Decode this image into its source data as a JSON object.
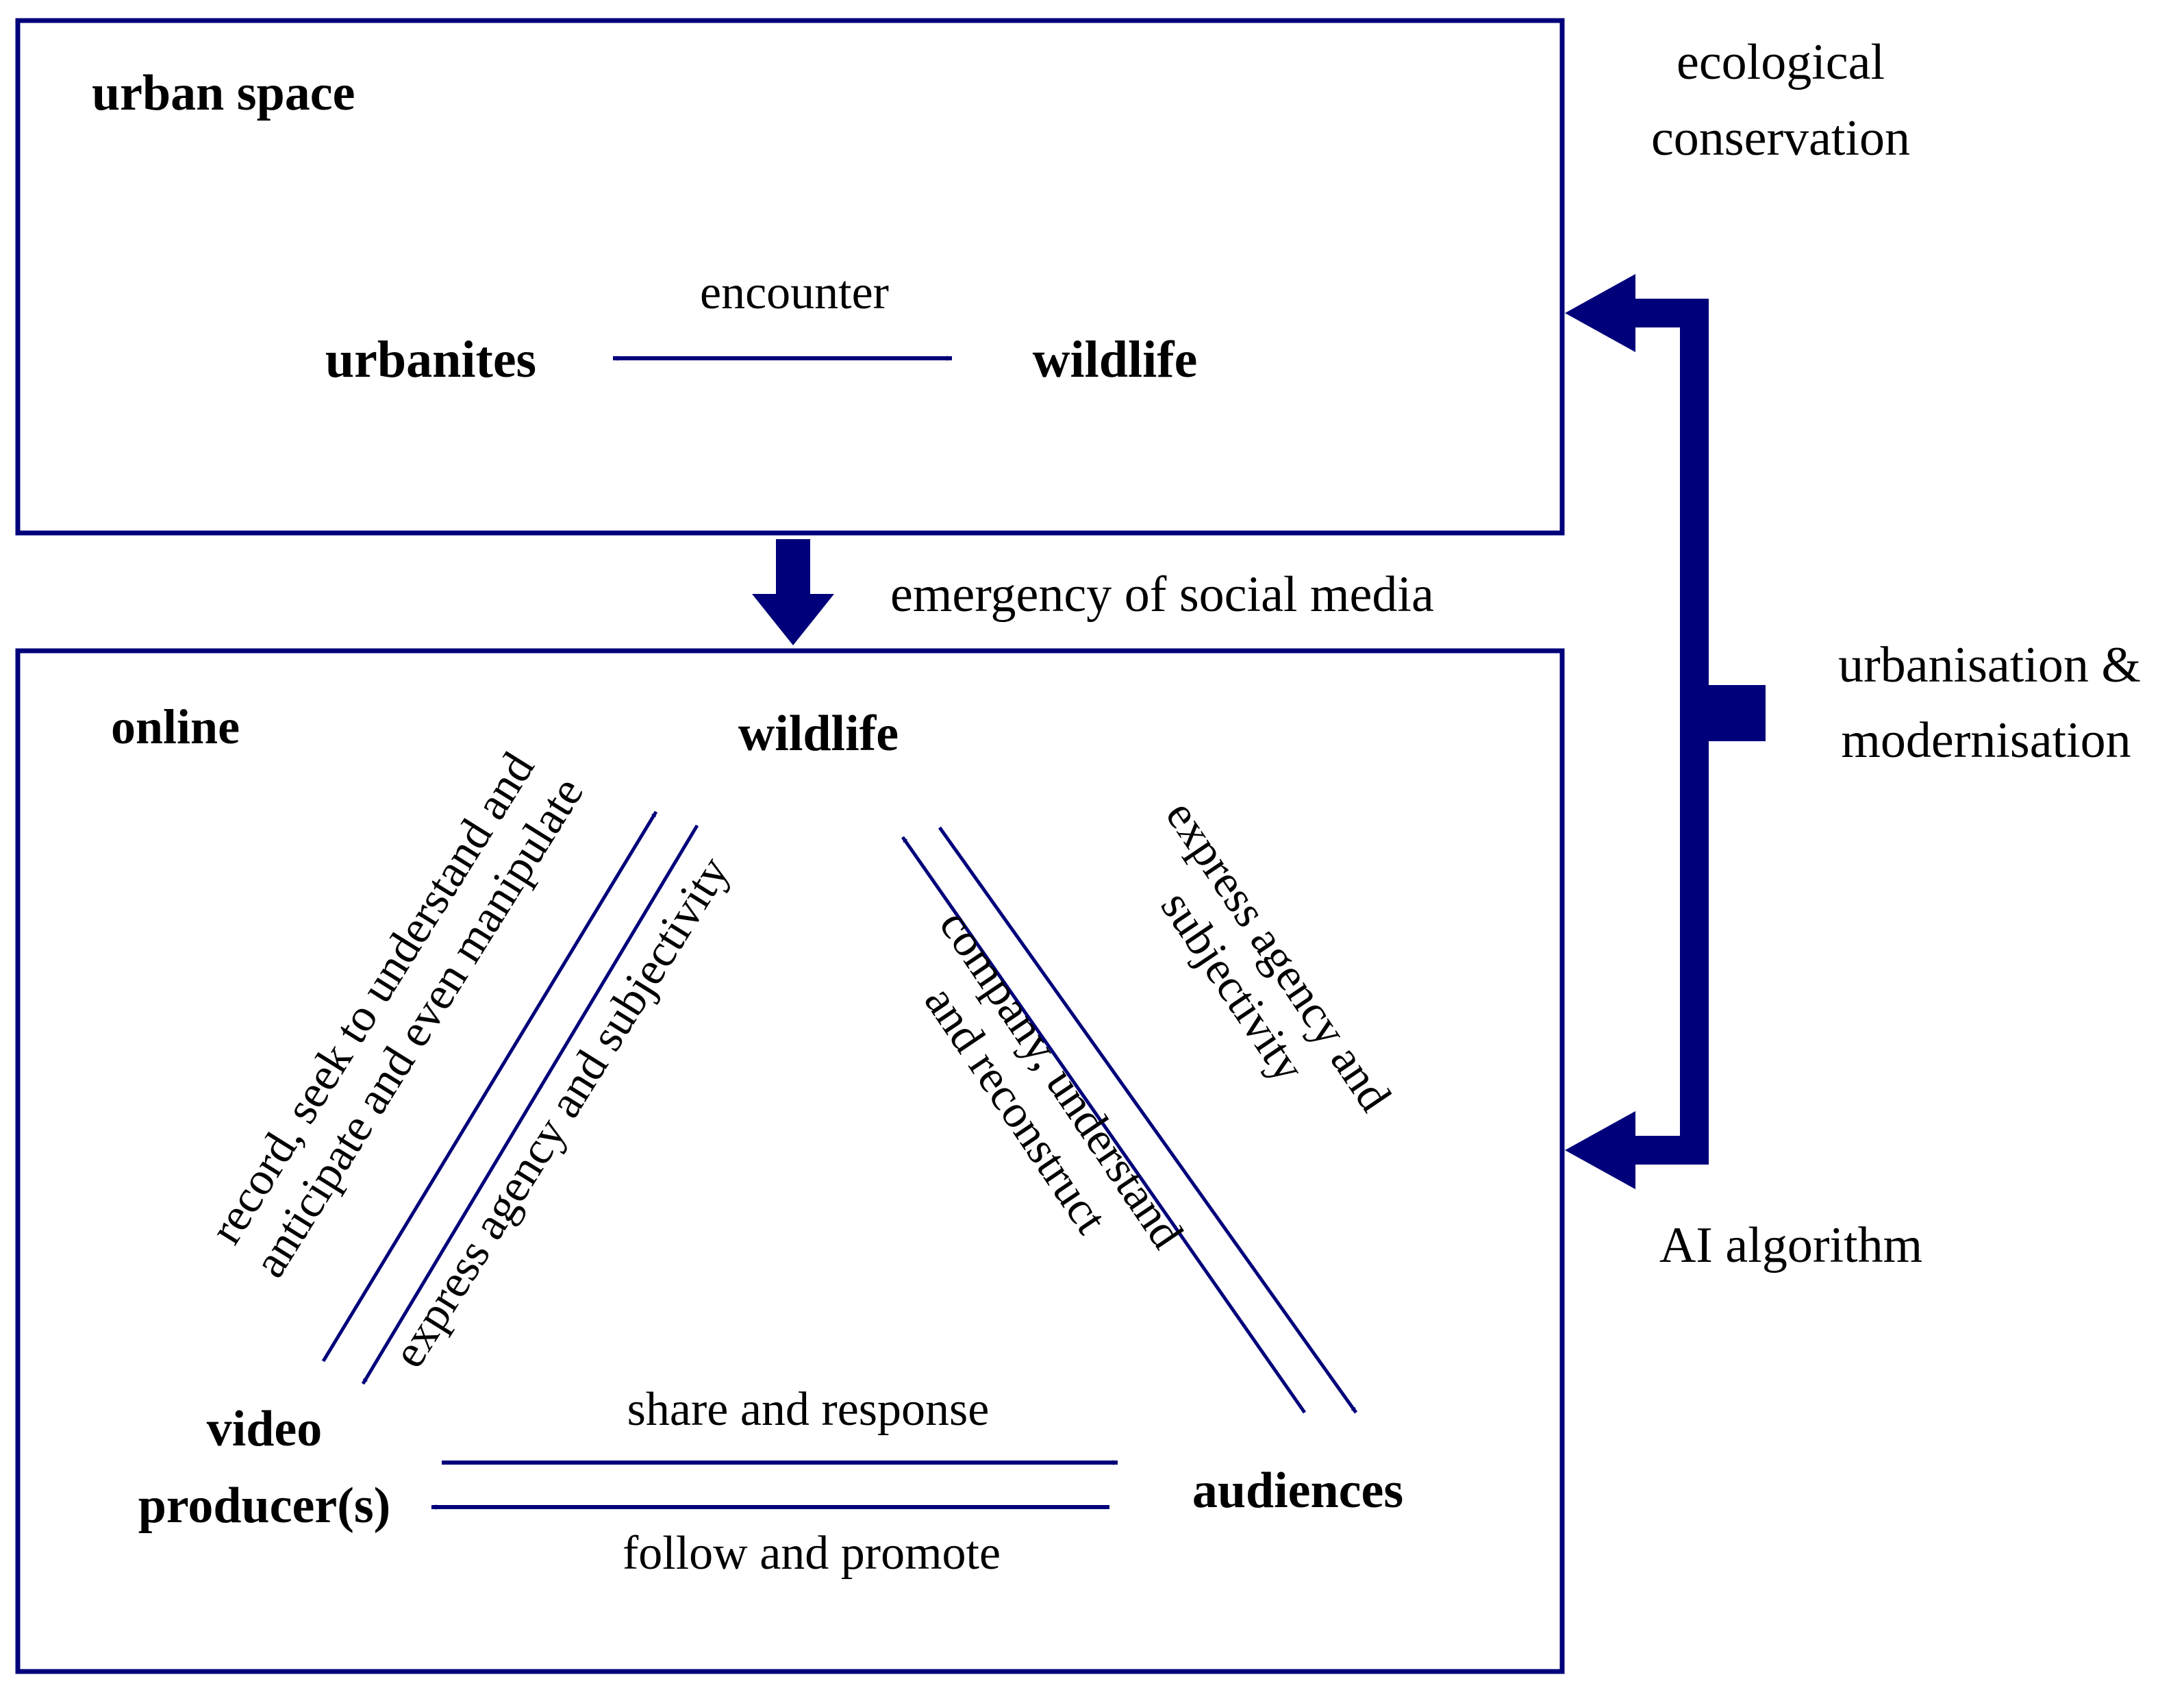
{
  "colors": {
    "line": "#00007a",
    "text": "#000000",
    "background": "#ffffff"
  },
  "top_box": {
    "title": "urban space",
    "left_node": "urbanites",
    "right_node": "wildlife",
    "link_label": "encounter"
  },
  "transition_label": "emergency of social media",
  "bottom_box": {
    "title": "online",
    "wildlife": "wildlife",
    "producer_line1": "video",
    "producer_line2": "producer(s)",
    "audiences": "audiences",
    "producer_to_wildlife_line1": "record, seek to understand and",
    "producer_to_wildlife_line2": "anticipate and even manipulate",
    "wildlife_to_producer": "express agency and subjectivity",
    "wildlife_to_audiences_line1": "express agency and",
    "wildlife_to_audiences_line2": "subjectivity",
    "audiences_to_wildlife_line1": "company, understand",
    "audiences_to_wildlife_line2": "and reconstruct",
    "producer_to_audiences": "share and response",
    "audiences_to_producer": "follow and promote"
  },
  "side": {
    "top_line1": "ecological",
    "top_line2": "conservation",
    "middle_line1": "urbanisation &",
    "middle_line2": "modernisation",
    "bottom": "AI algorithm"
  }
}
